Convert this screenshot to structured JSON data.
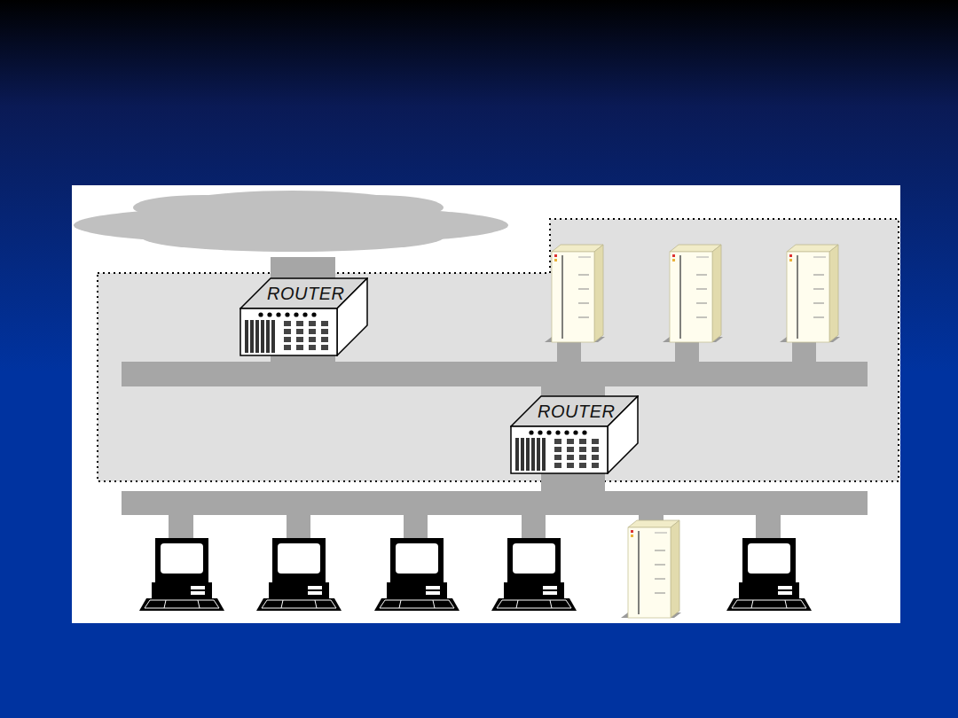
{
  "diagram": {
    "nodes": [
      {
        "text": [
          "ROUTER"
        ]
      },
      {
        "text": [
          "ROUTER"
        ]
      }
    ],
    "edges": [
      {
        "from": 0,
        "to": 1,
        "arrow": "none"
      }
    ]
  }
}
